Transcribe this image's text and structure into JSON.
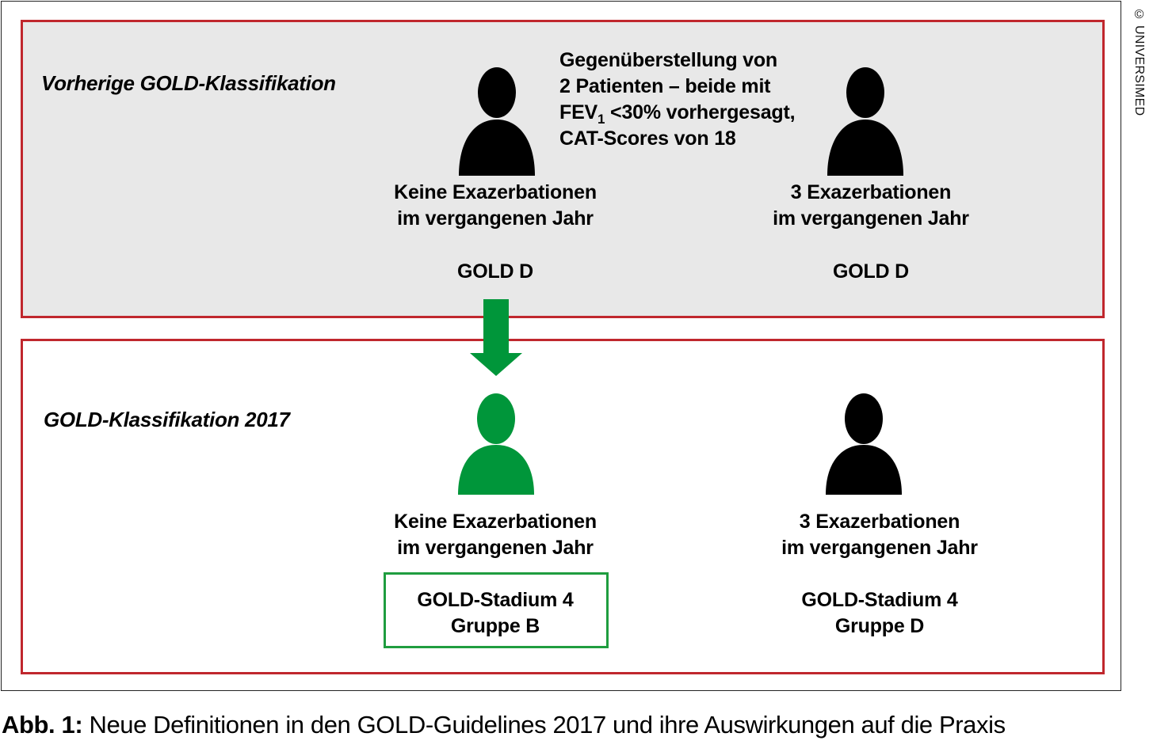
{
  "copyright": "© UNIVERSIMED",
  "top_panel": {
    "title": "Vorherige GOLD-Klassifikation",
    "note": {
      "line1": "Gegenüberstellung von",
      "line2": "2 Patienten – beide mit",
      "line3_pre": "FEV",
      "line3_sub": "1",
      "line3_post": " <30% vorhergesagt,",
      "line4": "CAT-Scores von 18"
    },
    "left": {
      "line1": "Keine Exazerbationen",
      "line2": "im vergangenen Jahr",
      "grade": "GOLD D"
    },
    "right": {
      "line1": "3 Exazerbationen",
      "line2": "im vergangenen Jahr",
      "grade": "GOLD D"
    }
  },
  "bottom_panel": {
    "title": "GOLD-Klassifikation 2017",
    "left": {
      "line1": "Keine Exazerbationen",
      "line2": "im vergangenen Jahr",
      "stage": "GOLD-Stadium 4",
      "group": "Gruppe B"
    },
    "right": {
      "line1": "3 Exazerbationen",
      "line2": "im vergangenen Jahr",
      "stage": "GOLD-Stadium 4",
      "group": "Gruppe D"
    }
  },
  "caption": {
    "label": "Abb. 1:",
    "text": " Neue Definitionen in den GOLD-Guidelines 2017 und ihre Auswirkungen auf die Praxis"
  },
  "colors": {
    "panel_border": "#c0272d",
    "highlight_green": "#00963a",
    "box_green": "#1f9d3f",
    "top_panel_bg": "#e8e8e8",
    "person_default": "#000000"
  },
  "icons": {
    "person": "person-silhouette-icon",
    "arrow": "arrow-down-icon"
  }
}
